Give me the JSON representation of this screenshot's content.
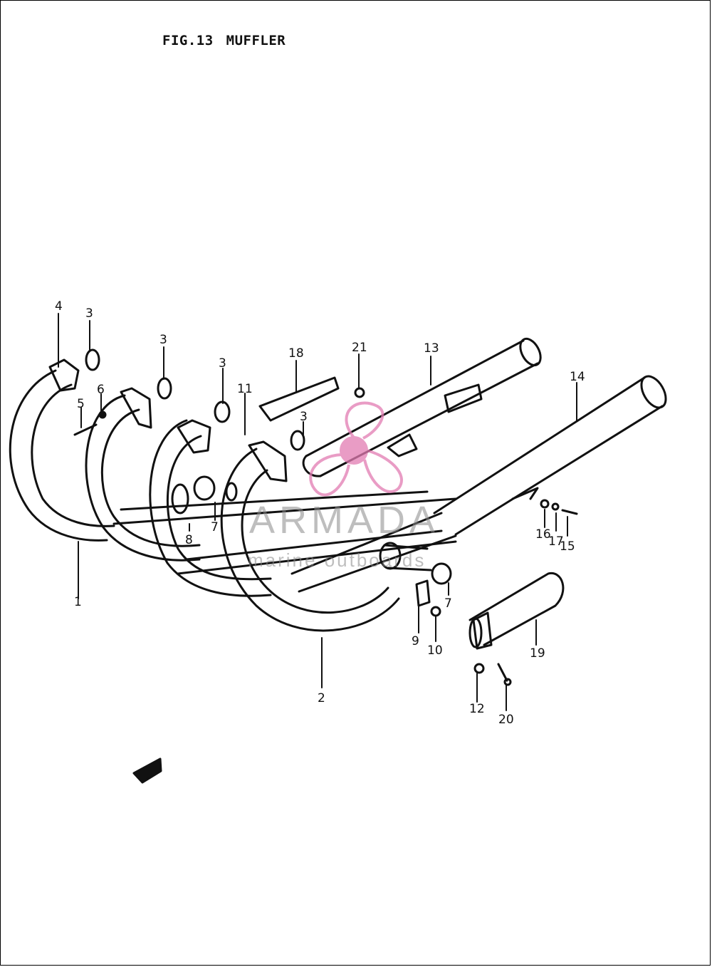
{
  "title": {
    "fig": "FIG.13",
    "name": "MUFFLER"
  },
  "watermark": {
    "brand": "ARMADA",
    "tagline": "marine outboards",
    "accent_color": "#e27bb2",
    "icon": "propeller-logo-icon"
  },
  "callouts": [
    "4",
    "3",
    "3",
    "3",
    "5",
    "6",
    "18",
    "21",
    "13",
    "14",
    "11",
    "3",
    "8",
    "7",
    "16",
    "17",
    "15",
    "1",
    "9",
    "10",
    "7",
    "19",
    "2",
    "12",
    "20"
  ],
  "colors": {
    "line": "#111111",
    "background": "#ffffff"
  }
}
